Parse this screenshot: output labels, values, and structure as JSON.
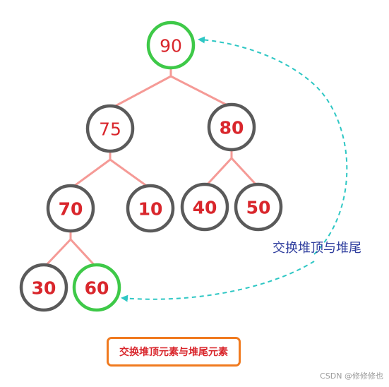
{
  "colors": {
    "edge": "#f59a96",
    "node_border_default": "#5a5a5a",
    "node_border_highlight": "#3ec948",
    "node_text": "#d9262c",
    "swap_arrow": "#2ec7c4",
    "swap_label": "#2f3e9e",
    "caption_border": "#f07a1f",
    "caption_text": "#d9262c"
  },
  "tree": {
    "nodes": [
      {
        "id": "n90",
        "label": "90",
        "highlight": true
      },
      {
        "id": "n75",
        "label": "75",
        "highlight": false
      },
      {
        "id": "n80",
        "label": "80",
        "highlight": false
      },
      {
        "id": "n70",
        "label": "70",
        "highlight": false
      },
      {
        "id": "n10",
        "label": "10",
        "highlight": false
      },
      {
        "id": "n40",
        "label": "40",
        "highlight": false
      },
      {
        "id": "n50",
        "label": "50",
        "highlight": false
      },
      {
        "id": "n30",
        "label": "30",
        "highlight": false
      },
      {
        "id": "n60",
        "label": "60",
        "highlight": true
      }
    ],
    "edges": [
      {
        "from": "n90",
        "to": "n75"
      },
      {
        "from": "n90",
        "to": "n80"
      },
      {
        "from": "n75",
        "to": "n70"
      },
      {
        "from": "n75",
        "to": "n10"
      },
      {
        "from": "n80",
        "to": "n40"
      },
      {
        "from": "n80",
        "to": "n50"
      },
      {
        "from": "n70",
        "to": "n30"
      },
      {
        "from": "n70",
        "to": "n60"
      }
    ]
  },
  "swap_label": "交换堆顶与堆尾",
  "caption": "交换堆顶元素与堆尾元素",
  "watermark": "CSDN @修修修也"
}
